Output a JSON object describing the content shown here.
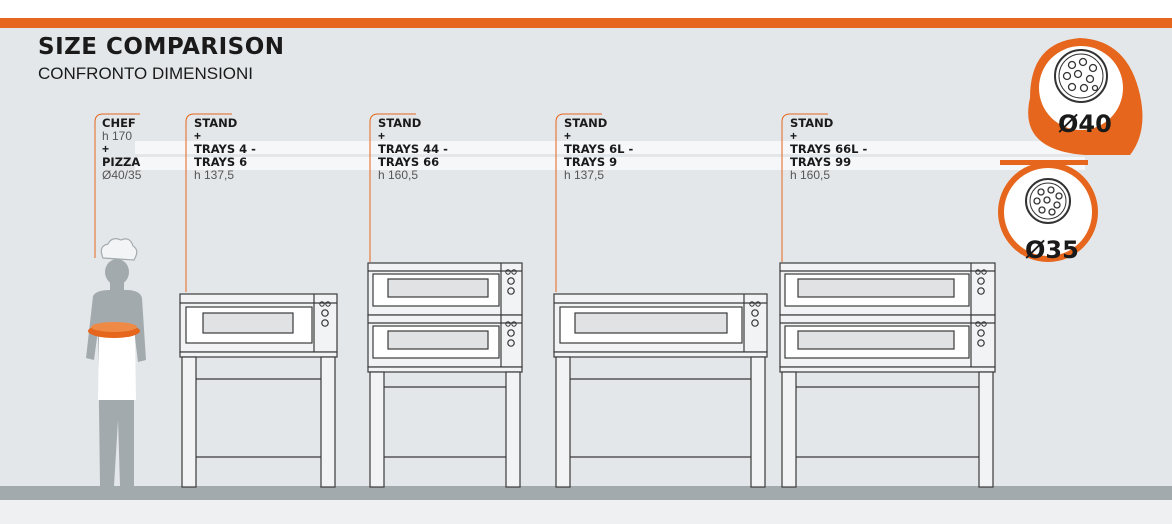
{
  "title": "SIZE COMPARISON",
  "subtitle": "CONFRONTO DIMENSIONI",
  "chef": {
    "l1": "CHEF",
    "h": "h 170",
    "plus": "+",
    "l2": "PIZZA",
    "d": "Ø40/35"
  },
  "ovens": [
    {
      "stand": "STAND",
      "plus": "+",
      "t1": "TRAYS 4 -",
      "t2": "TRAYS 6",
      "h": "h 137,5"
    },
    {
      "stand": "STAND",
      "plus": "+",
      "t1": "TRAYS 44 -",
      "t2": "TRAYS 66",
      "h": "h 160,5"
    },
    {
      "stand": "STAND",
      "plus": "+",
      "t1": "TRAYS 6L -",
      "t2": "TRAYS 9",
      "h": "h 137,5"
    },
    {
      "stand": "STAND",
      "plus": "+",
      "t1": "TRAYS 66L -",
      "t2": "TRAYS 99",
      "h": "h 160,5"
    }
  ],
  "badges": {
    "d40": "Ø40",
    "d35": "Ø35"
  },
  "colors": {
    "accent": "#e5661c",
    "figure": "#a3aaae",
    "outline": "#3a3a3a"
  }
}
